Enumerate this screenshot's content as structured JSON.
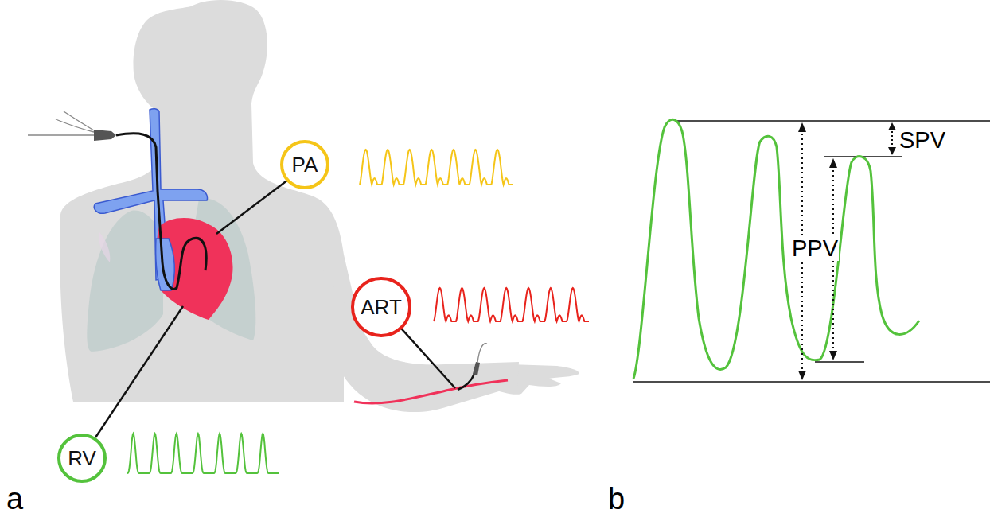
{
  "diagram": {
    "nodes": [
      {
        "text": [
          "PA"
        ]
      },
      {
        "text": [
          "ART"
        ]
      },
      {
        "text": [
          "RV"
        ]
      }
    ],
    "labels": [
      "SPV",
      "PPV",
      "a",
      "b"
    ]
  }
}
